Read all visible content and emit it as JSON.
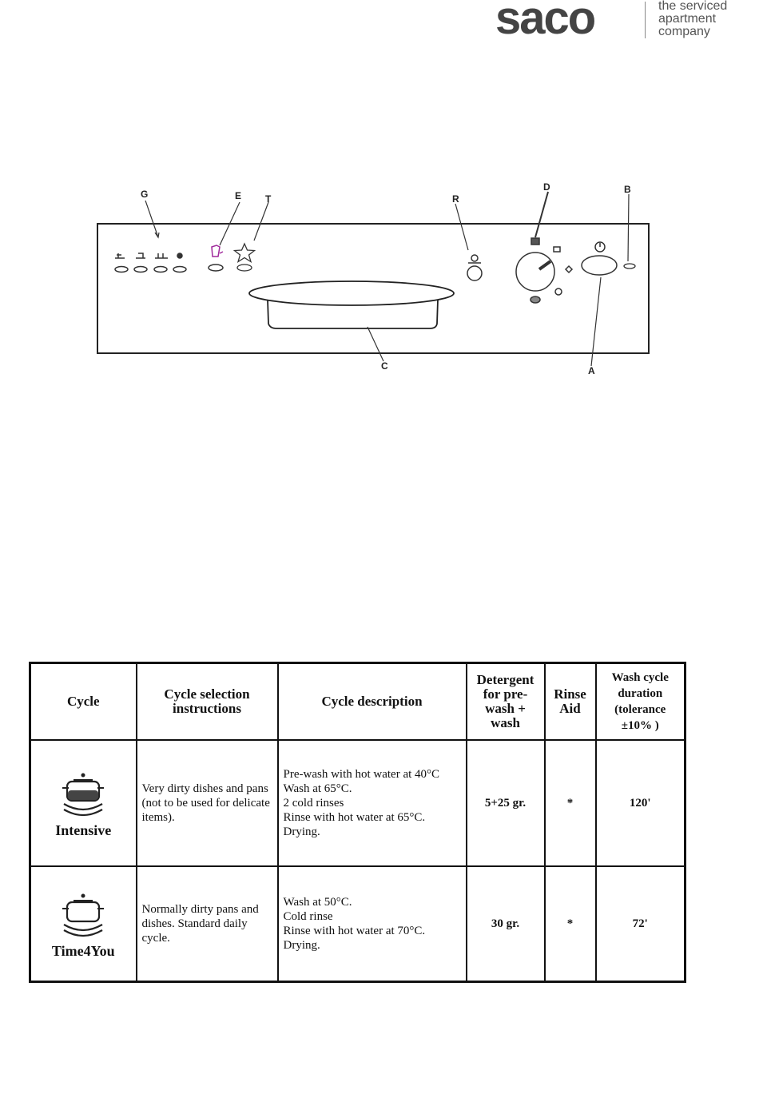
{
  "logo": {
    "wordmark": "saco",
    "tagline": [
      "the serviced",
      "apartment",
      "company"
    ]
  },
  "diagram": {
    "labels": {
      "G": "G",
      "E": "E",
      "T": "T",
      "R": "R",
      "D": "D",
      "B": "B",
      "C": "C",
      "A": "A"
    }
  },
  "table": {
    "headers": {
      "cycle": "Cycle",
      "instructions": "Cycle selection instructions",
      "description": "Cycle description",
      "detergent": "Detergent for pre-wash + wash",
      "rinse_aid": "Rinse Aid",
      "duration": "Wash cycle duration (tolerance ±10% )"
    },
    "rows": [
      {
        "cycle": "Intensive",
        "icon": "intensive-pot-icon",
        "instructions": "Very dirty dishes and pans (not to be used for delicate items).",
        "description": [
          "Pre-wash with hot water at 40°C",
          "Wash at 65°C.",
          "2 cold rinses",
          "Rinse with hot water at 65°C.",
          "Drying."
        ],
        "detergent": "5+25 gr.",
        "rinse_aid": "*",
        "duration": "120'"
      },
      {
        "cycle": "Time4You",
        "icon": "time4you-pot-icon",
        "instructions": "Normally dirty pans and dishes. Standard daily cycle.",
        "description": [
          "Wash at 50°C.",
          "Cold rinse",
          "Rinse with hot water at 70°C.",
          "Drying."
        ],
        "detergent": "30 gr.",
        "rinse_aid": "*",
        "duration": "72'"
      }
    ]
  }
}
